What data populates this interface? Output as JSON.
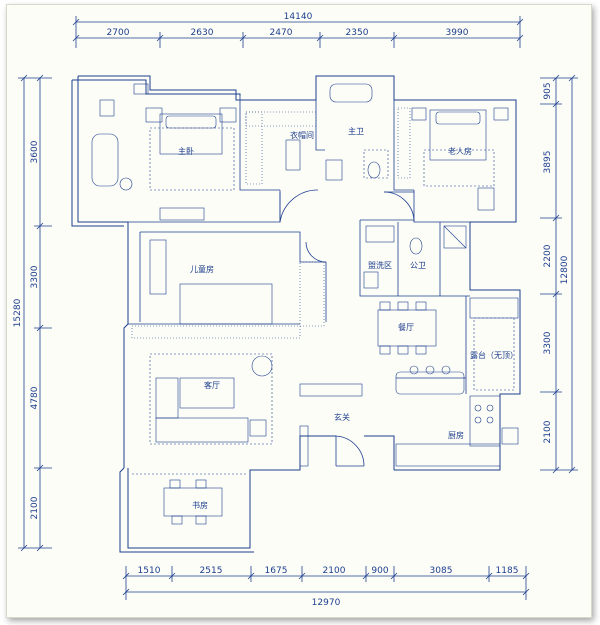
{
  "drawing": {
    "line_color": "#1d3f8f",
    "paper_color": "#fdfdf7",
    "dimensions": {
      "top_total": "14140",
      "top_segments": [
        "2700",
        "2630",
        "2470",
        "2350",
        "3990"
      ],
      "bottom_total": "12970",
      "bottom_segments": [
        "1510",
        "2515",
        "1675",
        "2100",
        "900",
        "3085",
        "1185"
      ],
      "left_total": "15280",
      "left_segments": [
        "3600",
        "3300",
        "4780",
        "2100"
      ],
      "right_total": "12800",
      "right_segments": [
        "905",
        "3895",
        "2200",
        "3300",
        "2100"
      ]
    },
    "rooms": {
      "master_bedroom": "主卧",
      "walk_in_closet": "衣帽间",
      "master_bath": "主卫",
      "elder_room": "老人房",
      "kids_room": "儿童房",
      "laundry": "盥洗区",
      "public_bath": "公卫",
      "dining": "餐厅",
      "balcony": "露台（无顶）",
      "living_room": "客厅",
      "entrance": "玄关",
      "kitchen": "厨房",
      "study": "书房"
    }
  }
}
